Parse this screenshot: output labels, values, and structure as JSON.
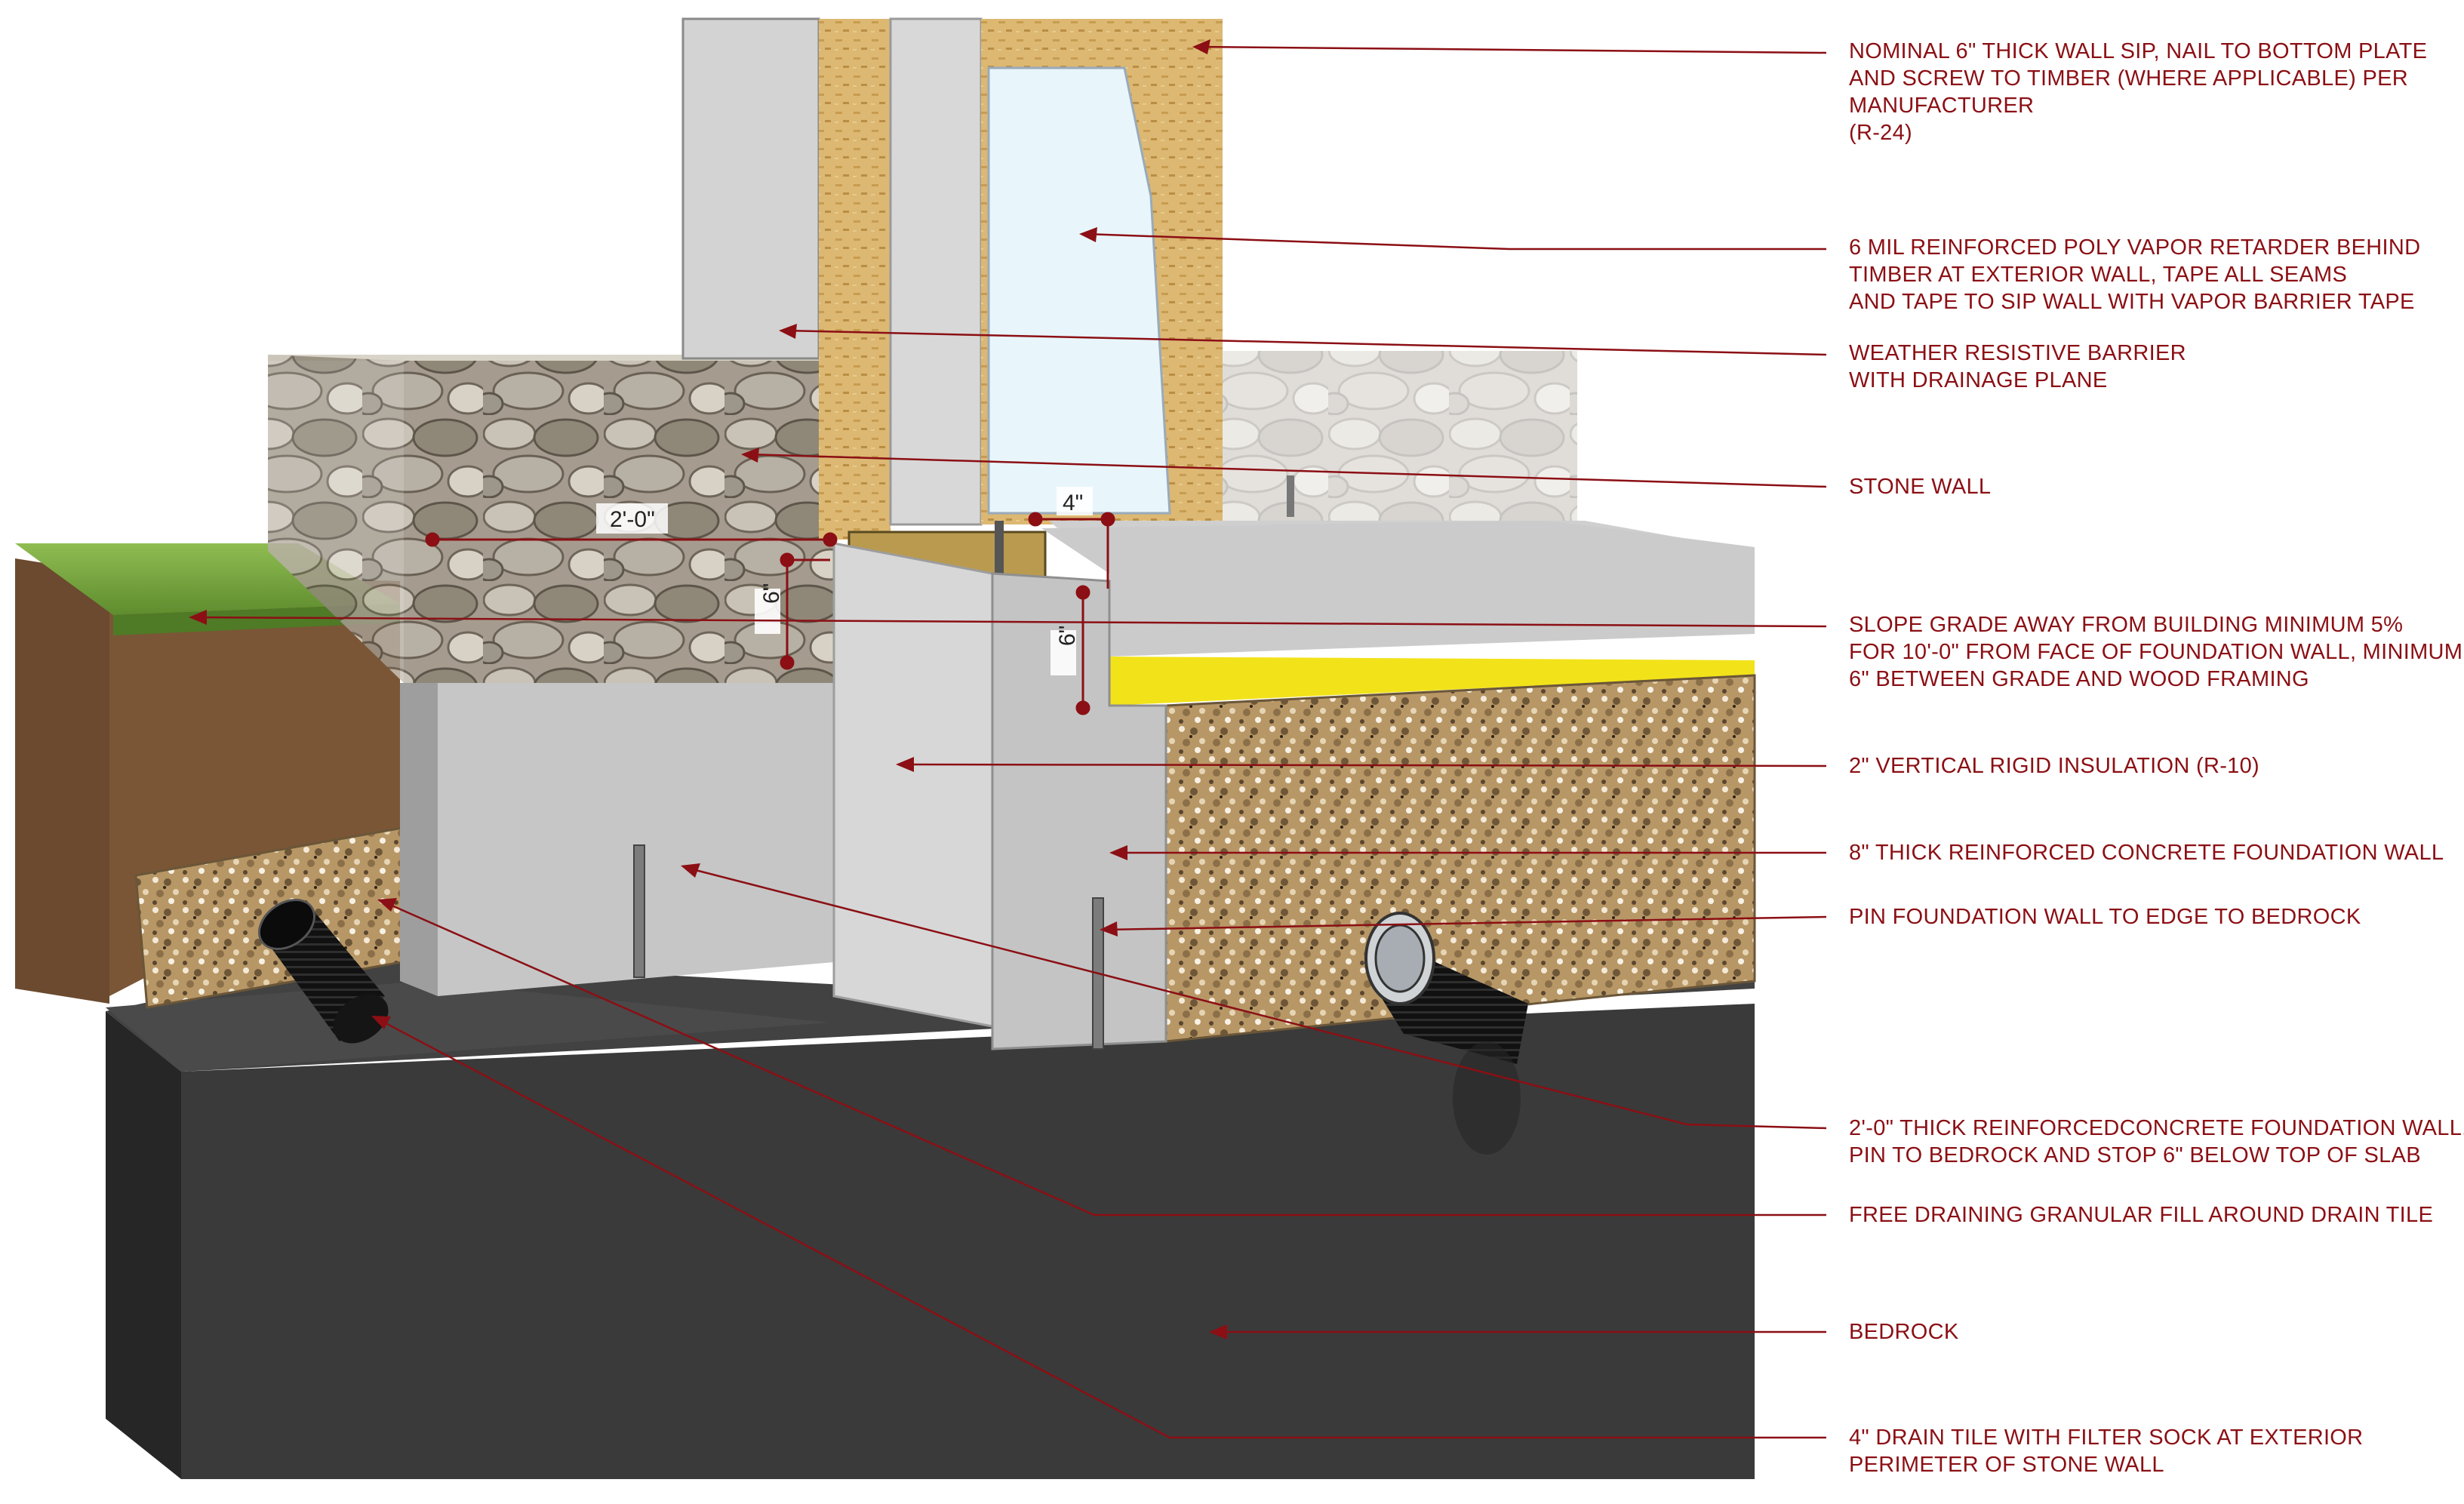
{
  "callouts": [
    {
      "id": "sip",
      "lines": [
        "NOMINAL 6\" THICK WALL SIP, NAIL TO BOTTOM PLATE",
        "AND SCREW TO TIMBER (WHERE APPLICABLE) PER",
        "MANUFACTURER",
        "(R-24)"
      ]
    },
    {
      "id": "vapor",
      "lines": [
        "6 MIL REINFORCED POLY VAPOR RETARDER BEHIND",
        "TIMBER AT EXTERIOR WALL, TAPE ALL SEAMS",
        "AND TAPE TO SIP WALL WITH VAPOR BARRIER TAPE"
      ]
    },
    {
      "id": "wrb",
      "lines": [
        "WEATHER RESISTIVE BARRIER",
        "WITH DRAINAGE PLANE"
      ]
    },
    {
      "id": "stone",
      "lines": [
        "STONE WALL"
      ]
    },
    {
      "id": "grade",
      "lines": [
        "SLOPE GRADE AWAY FROM BUILDING MINIMUM 5%",
        "FOR 10'-0\" FROM FACE OF FOUNDATION WALL, MINIMUM",
        "6\" BETWEEN GRADE AND WOOD FRAMING"
      ]
    },
    {
      "id": "rigid",
      "lines": [
        "2\" VERTICAL RIGID INSULATION (R-10)"
      ]
    },
    {
      "id": "foundation8",
      "lines": [
        "8\" THICK REINFORCED CONCRETE FOUNDATION WALL"
      ]
    },
    {
      "id": "pin",
      "lines": [
        "PIN FOUNDATION WALL TO EDGE TO BEDROCK"
      ]
    },
    {
      "id": "foundation24",
      "lines": [
        "2'-0\" THICK REINFORCEDCONCRETE FOUNDATION WALL,",
        "PIN TO BEDROCK AND STOP 6\" BELOW TOP OF SLAB"
      ]
    },
    {
      "id": "granular",
      "lines": [
        "FREE DRAINING GRANULAR FILL AROUND DRAIN TILE"
      ]
    },
    {
      "id": "bedrock",
      "lines": [
        "BEDROCK"
      ]
    },
    {
      "id": "draintile",
      "lines": [
        "4\" DRAIN TILE WITH FILTER SOCK AT EXTERIOR",
        "PERIMETER OF STONE WALL"
      ]
    }
  ],
  "dimensions": {
    "stone_width": "2'-0\"",
    "grade_to_framing": "6\"",
    "slab_offset": "4\"",
    "slab_drop": "6\""
  },
  "colors": {
    "annotation": "#8b0f14",
    "bedrock": "#3a3a3a",
    "concrete": "#c9c9c9",
    "osb": "#d9b56e",
    "insulation_yellow": "#f2e21a",
    "grass": "#6e9b3a",
    "soil": "#6b4a2f"
  }
}
